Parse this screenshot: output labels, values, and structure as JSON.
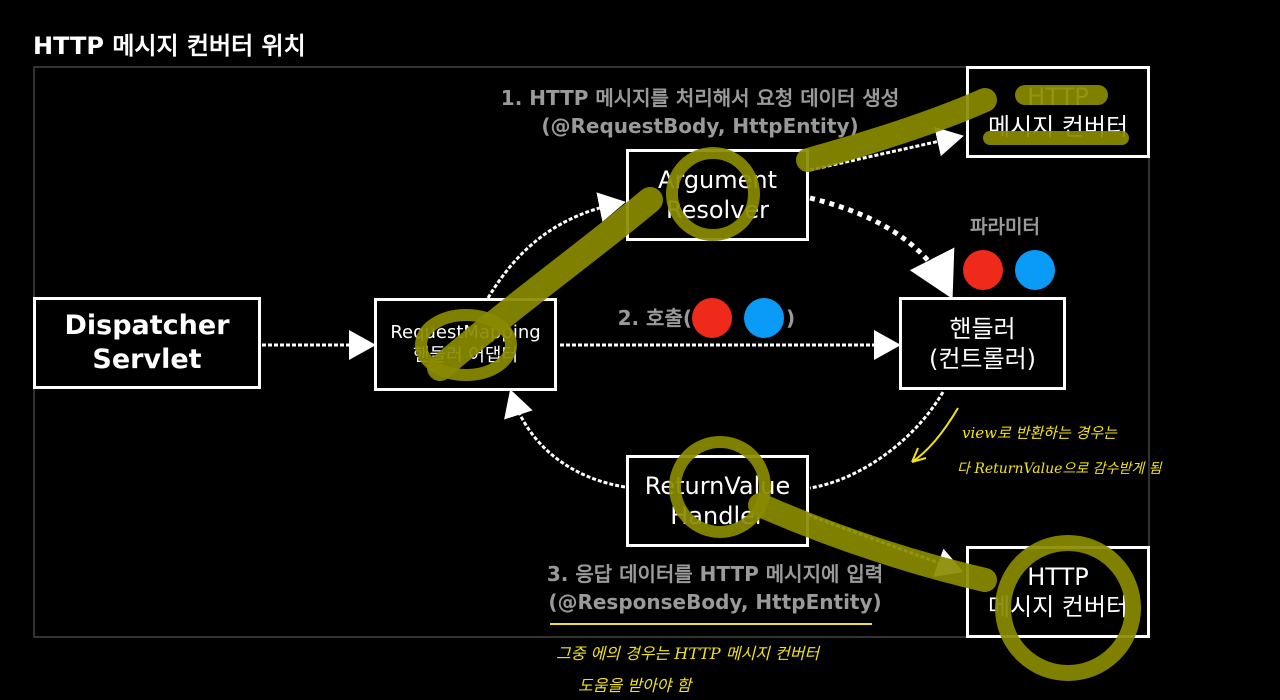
{
  "title": "HTTP 메시지 컨버터 위치",
  "boxes": {
    "dispatcher": {
      "line1": "Dispatcher",
      "line2": "Servlet"
    },
    "adapter": {
      "line1": "RequestMapping",
      "line2": "핸들러 어댑터"
    },
    "argument_resolver": {
      "line1": "Argument",
      "line2": "Resolver"
    },
    "return_value_handler": {
      "line1": "ReturnValue",
      "line2": "Handler"
    },
    "handler": {
      "line1": "핸들러",
      "line2": "(컨트롤러)"
    },
    "converter_top": {
      "line1": "HTTP",
      "line2": "메시지 컨버터"
    },
    "converter_bottom": {
      "line1": "HTTP",
      "line2": "메시지 컨버터"
    }
  },
  "labels": {
    "step1": {
      "line1": "1. HTTP 메시지를 처리해서 요청 데이터 생성",
      "line2": "(@RequestBody, HttpEntity)"
    },
    "step2": {
      "prefix": "2. 호출(",
      "suffix": ")"
    },
    "step3": {
      "line1": "3. 응답 데이터를 HTTP 메시지에 입력",
      "line2": "(@ResponseBody, HttpEntity)"
    },
    "parameters": "파라미터"
  },
  "annotations": {
    "note_right_1": "view로 반환하는 경우는",
    "note_right_2": "다 ReturnValue으로 감수받게 됨",
    "note_bottom_1": "그중 에의 경우는 HTTP 메시지 컨버터",
    "note_bottom_2": "도움을 받아야 함"
  },
  "colors": {
    "red_dot": "#f02a1a",
    "blue_dot": "#0a9bf7",
    "highlight": "#8a8a00",
    "handwriting": "#f1e21b"
  }
}
